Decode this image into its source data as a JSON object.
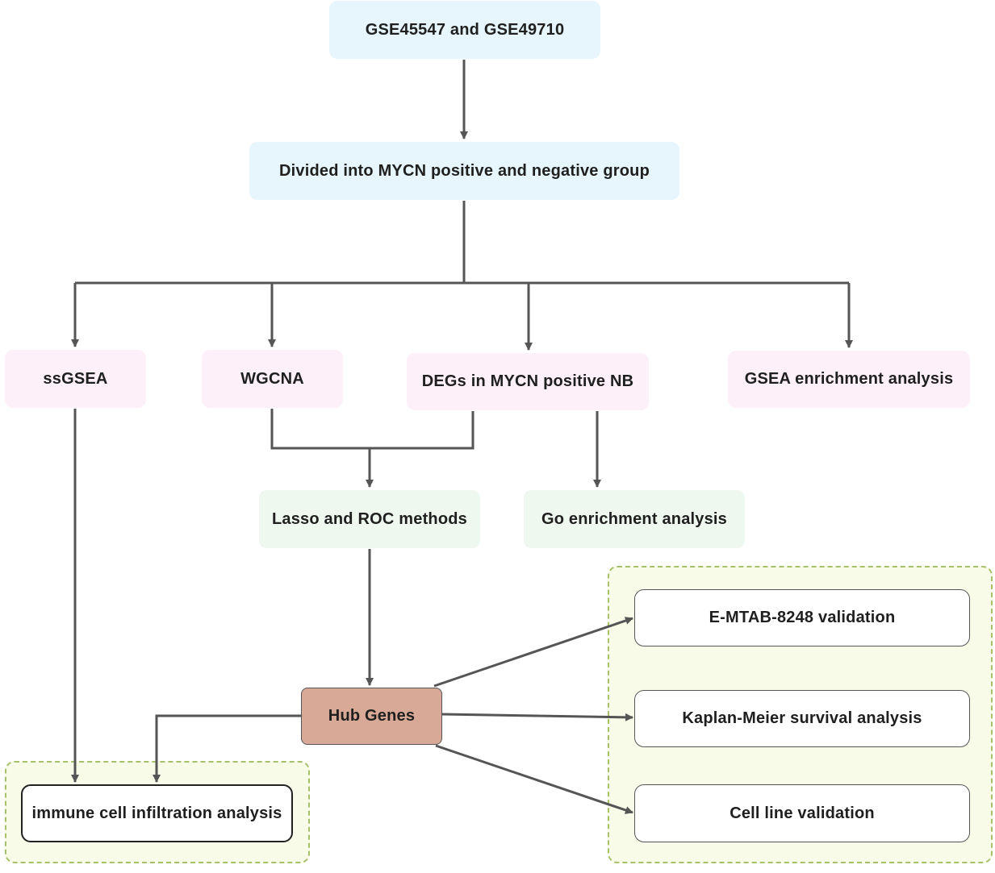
{
  "nodes": {
    "source": "GSE45547 and GSE49710",
    "divide": "Divided into MYCN positive and negative group",
    "ssgsea": "ssGSEA",
    "wgcna": "WGCNA",
    "degs": "DEGs in MYCN positive NB",
    "gsea": "GSEA enrichment analysis",
    "lasso": "Lasso and ROC methods",
    "go": "Go enrichment analysis",
    "hub": "Hub Genes",
    "immune": "immune cell infiltration analysis",
    "emtab": "E-MTAB-8248 validation",
    "km": "Kaplan-Meier survival analysis",
    "cellline": "Cell line validation"
  },
  "colors": {
    "line": "#555555",
    "blue_fill": "#e6f6fc",
    "pink_fill": "#fdf0f8",
    "green_fill": "#eef8ee",
    "hub_fill": "#d8a996",
    "group_border": "#a9c06a",
    "group_fill": "#f8fbe8"
  }
}
